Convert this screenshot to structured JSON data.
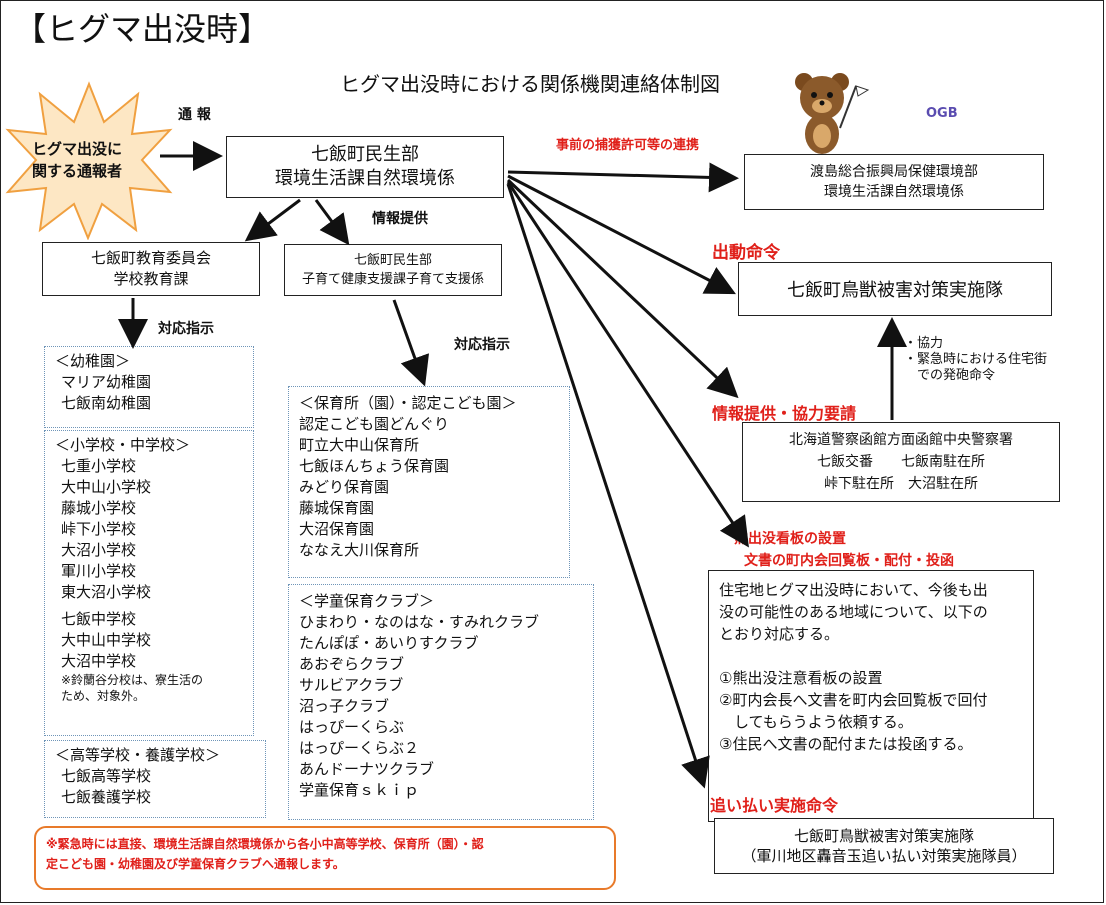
{
  "header": "【ヒグマ出没時】",
  "title": "ヒグマ出没時における関係機関連絡体制図",
  "mascot": "OGB",
  "reporter": [
    "ヒグマ出没に",
    "関する通報者"
  ],
  "tsuho": "通 報",
  "center": [
    "七飯町民生部",
    "環境生活課自然環境係"
  ],
  "jouhou_teikyo": "情報提供",
  "edu": [
    "七飯町教育委員会",
    "学校教育課"
  ],
  "child": [
    "七飯町民生部",
    "子育て健康支援課子育て支援係"
  ],
  "taiou1": "対応指示",
  "taiou2": "対応指示",
  "kindergarten": {
    "header": "＜幼稚園＞",
    "items": [
      "マリア幼稚園",
      "七飯南幼稚園"
    ]
  },
  "schools": {
    "header": "＜小学校・中学校＞",
    "elementary": [
      "七重小学校",
      "大中山小学校",
      "藤城小学校",
      "峠下小学校",
      "大沼小学校",
      "軍川小学校",
      "東大沼小学校"
    ],
    "junior": [
      "七飯中学校",
      "大中山中学校",
      "大沼中学校"
    ],
    "note": [
      "※鈴蘭谷分校は、寮生活の",
      "ため、対象外。"
    ]
  },
  "high": {
    "header": "＜高等学校・養護学校＞",
    "items": [
      "七飯高等学校",
      "七飯養護学校"
    ]
  },
  "nursery": {
    "header": "＜保育所（園）・認定こども園＞",
    "items": [
      "認定こども園どんぐり",
      "町立大中山保育所",
      "七飯ほんちょう保育園",
      "みどり保育園",
      "藤城保育園",
      "大沼保育園",
      "ななえ大川保育所"
    ]
  },
  "club": {
    "header": "＜学童保育クラブ＞",
    "items": [
      "ひまわり・なのはな・すみれクラブ",
      "たんぽぽ・あいりすクラブ",
      "あおぞらクラブ",
      "サルビアクラブ",
      "沼っ子クラブ",
      "はっぴーくらぶ",
      "はっぴーくらぶ２",
      "あんドーナツクラブ",
      "学童保育ｓｋｉｐ"
    ]
  },
  "emergency_note": [
    "※緊急時には直接、環境生活課自然環境係から各小中高等学校、保育所（園）・認",
    "定こども園・幼稚園及び学童保育クラブへ通報します。"
  ],
  "jizen": "事前の捕獲許可等の連携",
  "oshima": [
    "渡島総合振興局保健環境部",
    "環境生活課自然環境係"
  ],
  "shutsudo": "出動命令",
  "hunters": "七飯町鳥獣被害対策実施隊",
  "kyoryoku": [
    "・協力",
    "・緊急時における住宅街",
    "　での発砲命令"
  ],
  "joho_yosei": "情報提供・協力要請",
  "police": [
    "北海道警察函館方面函館中央警察署",
    "七飯交番　　七飯南駐在所",
    "峠下駐在所　大沼駐在所"
  ],
  "sign_label": [
    "熊出没看板の設置",
    "文書の町内会回覧板・配付・投函"
  ],
  "sign_text": [
    "住宅地ヒグマ出没時において、今後も出",
    "没の可能性のある地域について、以下の",
    "とおり対応する。",
    "",
    "①熊出没注意看板の設置",
    "②町内会長へ文書を町内会回覧板で回付",
    "　してもらうよう依頼する。",
    "③住民へ文書の配付または投函する。"
  ],
  "oiharai": "追い払い実施命令",
  "oiharai_team": [
    "七飯町鳥獣被害対策実施隊",
    "（軍川地区轟音玉追い払い対策実施隊員）"
  ],
  "colors": {
    "accent_red": "#e0201a",
    "note_border": "#e87a2a",
    "burst_fill": "#fde7c4",
    "burst_stroke": "#f0a040",
    "dotted": "#6f95b8"
  }
}
